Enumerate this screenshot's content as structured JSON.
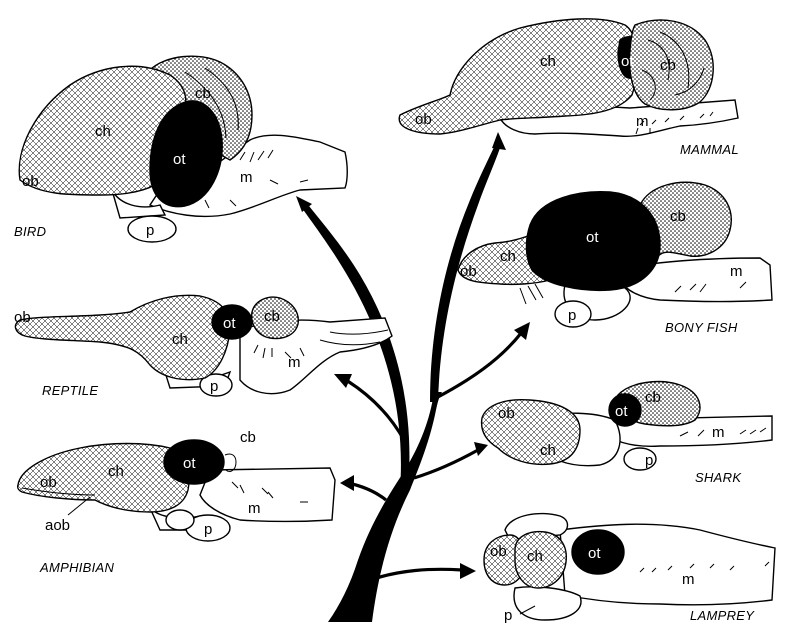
{
  "animals": {
    "bird": {
      "name": "BIRD",
      "ob": "ob",
      "ch": "ch",
      "ot": "ot",
      "cb": "cb",
      "m": "m",
      "p": "p"
    },
    "reptile": {
      "name": "REPTILE",
      "ob": "ob",
      "ch": "ch",
      "ot": "ot",
      "cb": "cb",
      "m": "m",
      "p": "p"
    },
    "amphibian": {
      "name": "AMPHIBIAN",
      "ob": "ob",
      "ch": "ch",
      "ot": "ot",
      "cb": "cb",
      "m": "m",
      "p": "p",
      "aob": "aob"
    },
    "mammal": {
      "name": "MAMMAL",
      "ob": "ob",
      "ch": "ch",
      "ot": "ot",
      "cb": "cb",
      "m": "m"
    },
    "bony_fish": {
      "name": "BONY FISH",
      "ob": "ob",
      "ch": "ch",
      "ot": "ot",
      "cb": "cb",
      "m": "m",
      "p": "p"
    },
    "shark": {
      "name": "SHARK",
      "ob": "ob",
      "ch": "ch",
      "ot": "ot",
      "cb": "cb",
      "m": "m",
      "p": "p"
    },
    "lamprey": {
      "name": "LAMPREY",
      "ob": "ob",
      "ch": "ch",
      "ot": "ot",
      "m": "m",
      "p": "p"
    }
  }
}
